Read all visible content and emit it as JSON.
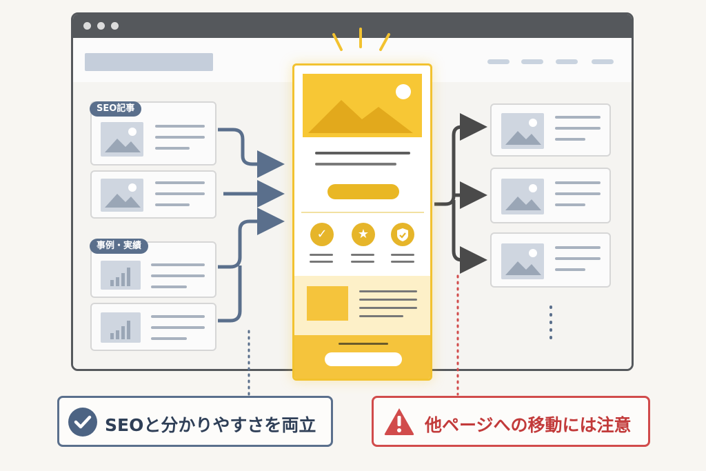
{
  "tags": {
    "seo_articles": "SEO記事",
    "case_studies": "事例・実績"
  },
  "callouts": {
    "benefit": {
      "text": "SEOと分かりやすさを両立",
      "icon": "check-circle-icon",
      "color": "#3a5677"
    },
    "warning": {
      "text": "他ページへの移動には注意",
      "icon": "warning-triangle-icon",
      "color": "#d14b4b"
    }
  },
  "colors": {
    "accent": "#f5c43c",
    "arrow_in": "#5a6f8c",
    "arrow_out": "#4a4a4a",
    "window_frame": "#55585c"
  },
  "phone_badges": [
    "check-icon",
    "star-icon",
    "shield-check-icon"
  ]
}
